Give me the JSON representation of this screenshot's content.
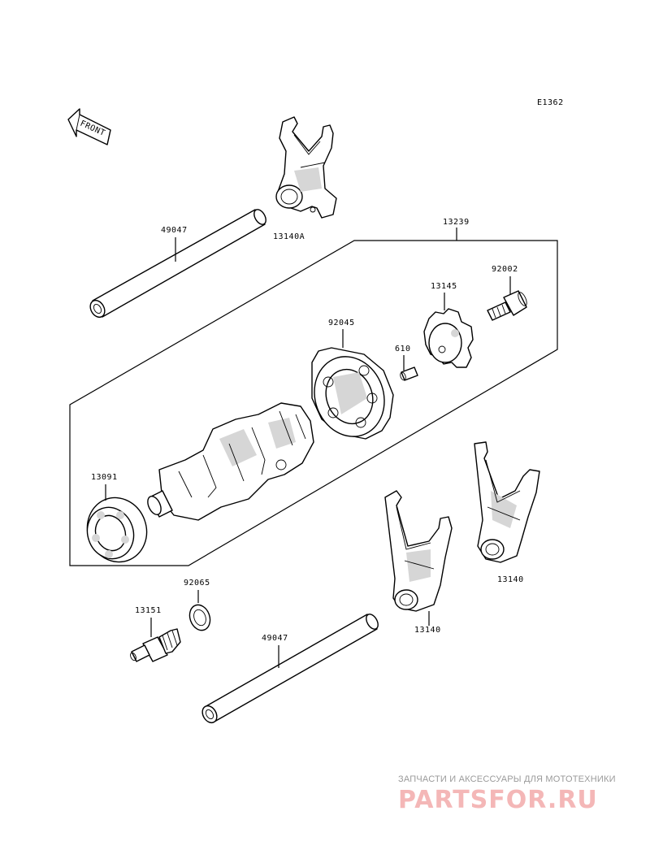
{
  "diagram_code": "E1362",
  "front_label": "FRONT",
  "parts": {
    "shaft_top": "49047",
    "fork_top": "13140A",
    "drum_assy": "13239",
    "pin_plate": "13145",
    "bolt": "92002",
    "bearing": "92045",
    "pin": "610",
    "bearing_left": "13091",
    "fork_lower_left": "13140",
    "fork_lower_right": "13140",
    "washer": "92065",
    "switch": "13151",
    "shaft_bottom": "49047"
  },
  "watermark": {
    "caption": "ЗАПЧАСТИ И АКСЕССУАРЫ ДЛЯ МОТОТЕХНИКИ",
    "logo": "PARTSFOR.RU"
  },
  "colors": {
    "line": "#000000",
    "shade": "#d6d6d6",
    "watermark_logo": "#f4b7b7",
    "watermark_caption": "#9a9a9a"
  }
}
